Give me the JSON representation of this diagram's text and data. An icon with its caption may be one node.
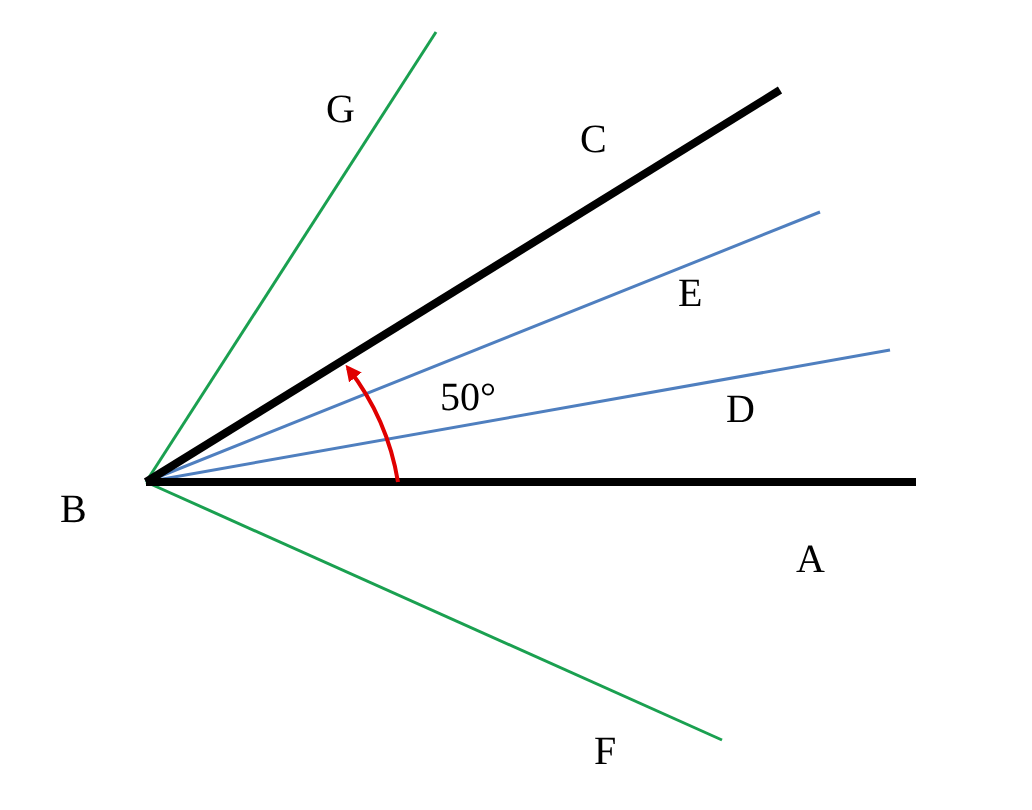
{
  "diagram": {
    "labels": [
      "G",
      "C",
      "E",
      "50°",
      "D",
      "B",
      "A",
      "F"
    ]
  }
}
